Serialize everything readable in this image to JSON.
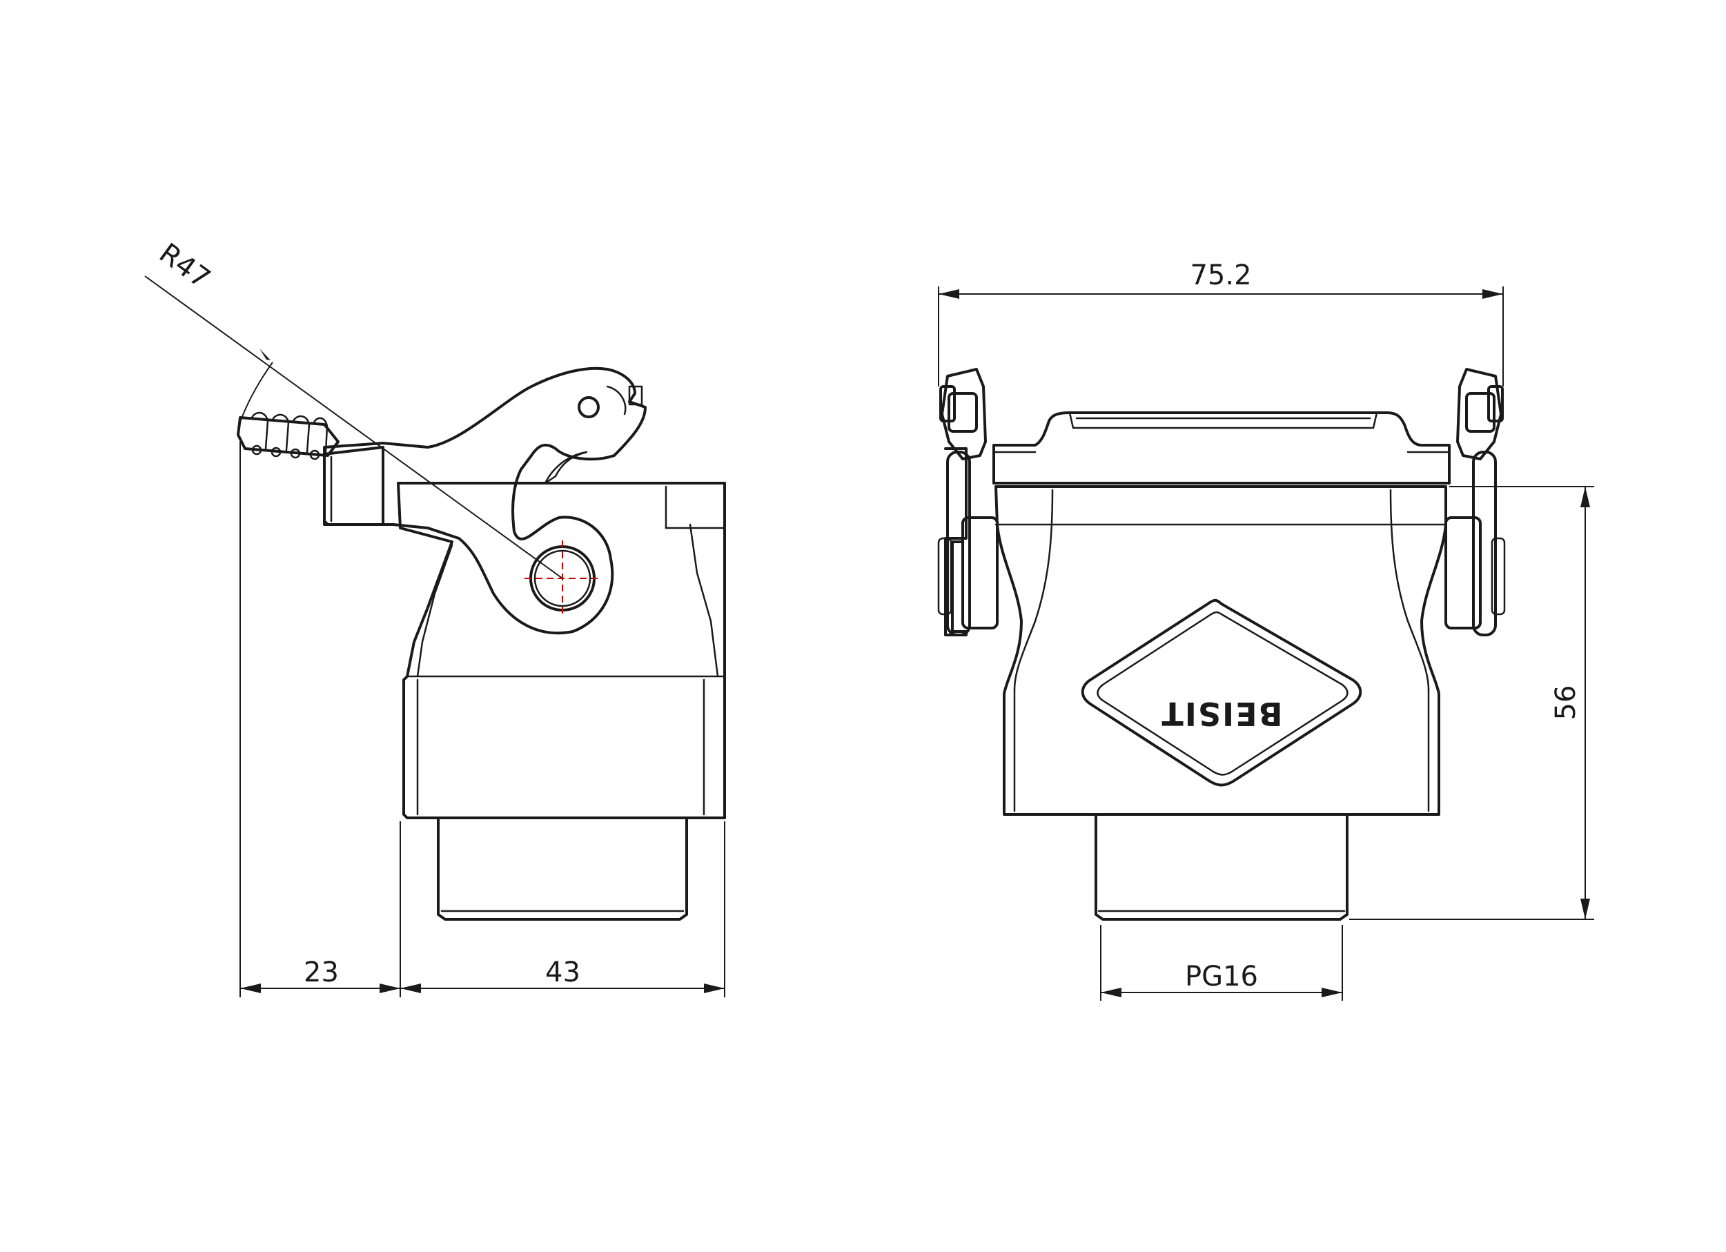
{
  "drawing": {
    "side_view": {
      "dimensions": {
        "radius": "R47",
        "lever_offset": "23",
        "body_depth": "43"
      }
    },
    "front_view": {
      "dimensions": {
        "overall_width": "75.2",
        "height": "56",
        "thread": "PG16"
      },
      "logo": "BEISIT"
    },
    "colors": {
      "line": "#1a1a1a",
      "center_mark": "#cc0000"
    }
  }
}
